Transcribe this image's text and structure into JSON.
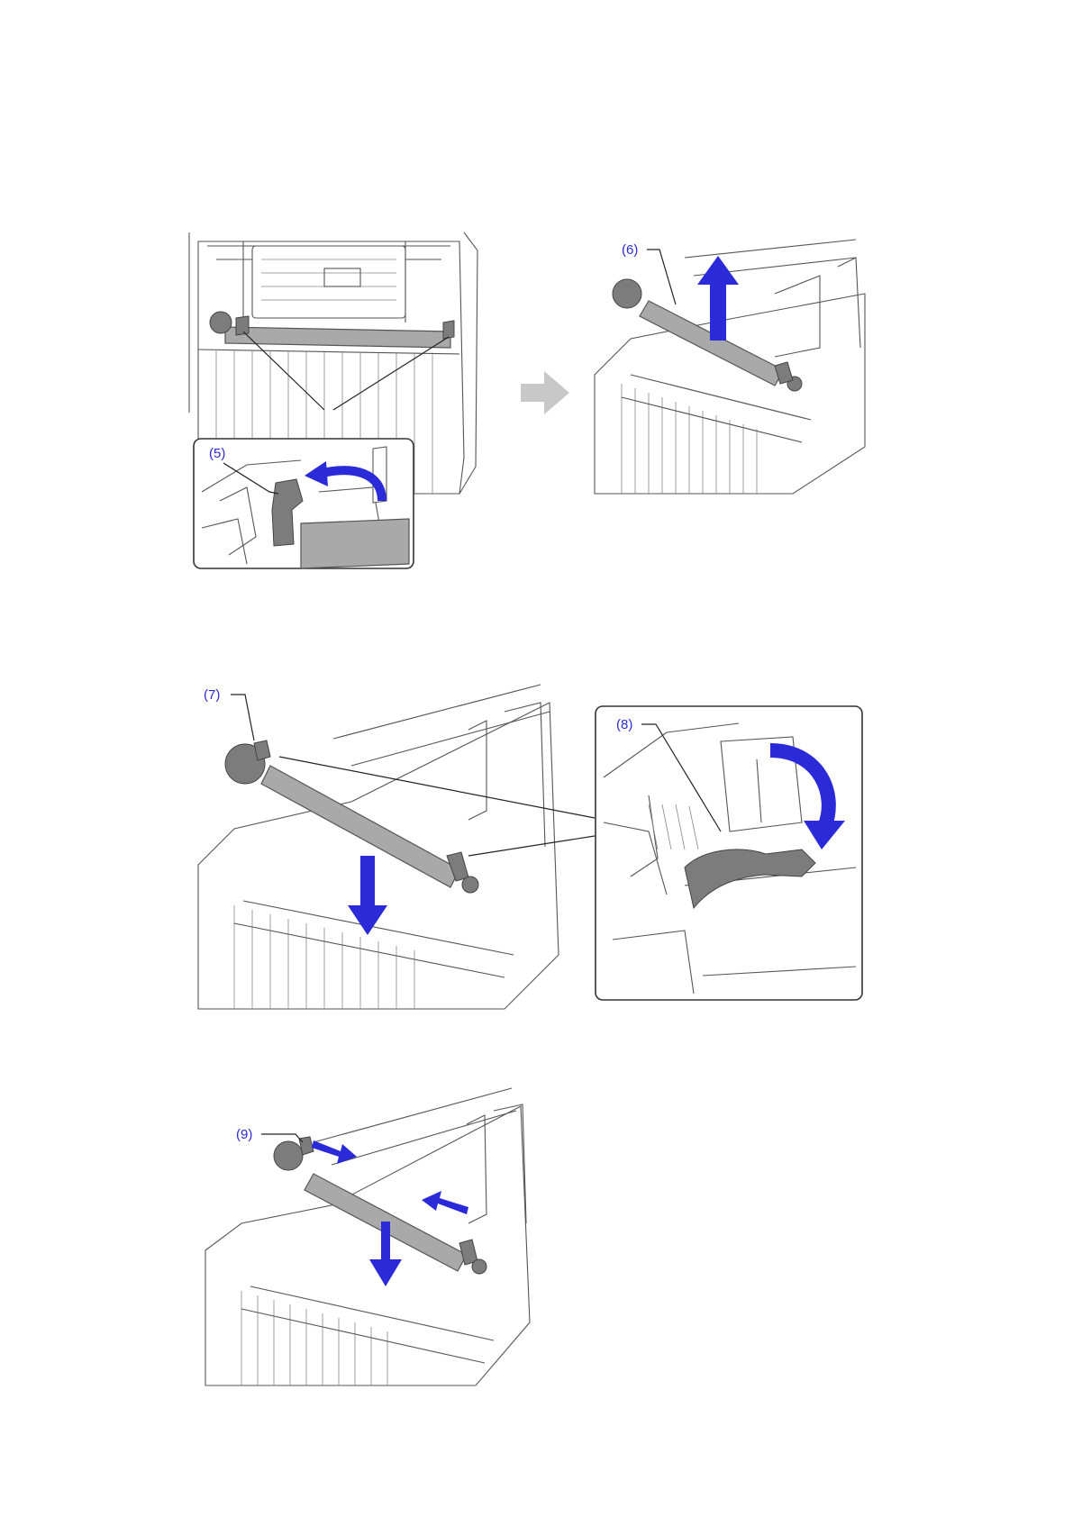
{
  "page": {
    "background": "#ffffff"
  },
  "colors": {
    "arrow": "#2a2ad9",
    "callout_text": "#2b2bd6",
    "step_arrow": "#c8c8c8",
    "roller": "#a9a9a9"
  },
  "figures": [
    {
      "id": "fig1",
      "callouts": {
        "c5": "(5)"
      },
      "arrows": [
        "rotate-arrow-icon"
      ]
    },
    {
      "id": "step-arrow",
      "icon": "right-arrow-icon"
    },
    {
      "id": "fig2",
      "callouts": {
        "c6": "(6)"
      },
      "arrows": [
        "up-arrow-icon"
      ]
    },
    {
      "id": "fig3",
      "callouts": {
        "c7": "(7)",
        "c8": "(8)"
      },
      "arrows": [
        "down-arrow-icon",
        "rotate-arrow-icon"
      ]
    },
    {
      "id": "fig4",
      "callouts": {
        "c9": "(9)"
      },
      "arrows": [
        "down-arrow-icon",
        "right-arrow-icon",
        "left-arrow-icon"
      ]
    }
  ],
  "callouts": {
    "c5": "(5)",
    "c6": "(6)",
    "c7": "(7)",
    "c8": "(8)",
    "c9": "(9)"
  }
}
